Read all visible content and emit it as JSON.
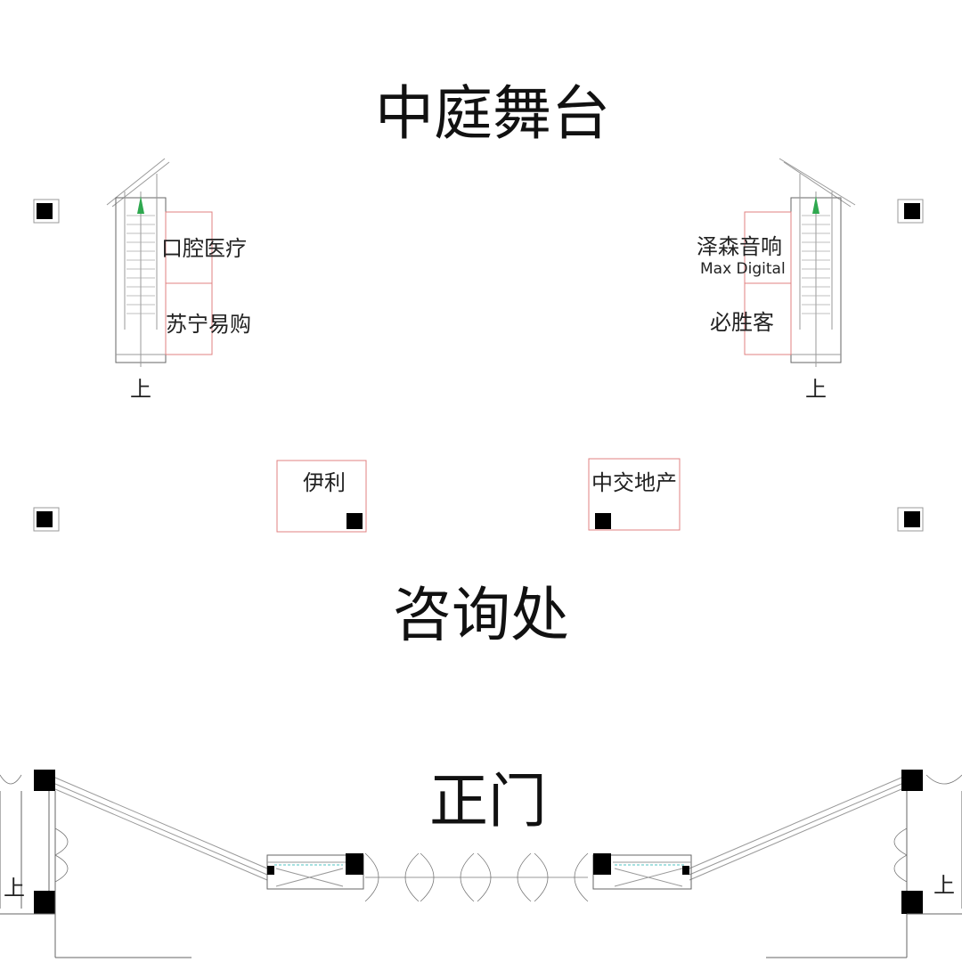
{
  "labels": {
    "atrium_stage": "中庭舞台",
    "info_desk": "咨询处",
    "main_entrance": "正门"
  },
  "shops": {
    "dental": "口腔医疗",
    "suning": "苏宁易购",
    "zesen": "泽森音响",
    "max_digital": "Max Digital",
    "pizza_hut": "必胜客",
    "yili": "伊利",
    "cccc_realty": "中交地产"
  },
  "escalator": {
    "left_up": "上",
    "right_up": "上",
    "bottom_left_up": "上",
    "bottom_right_up": "上",
    "arrow_color": "#2fa84f"
  },
  "colors": {
    "booth_outline": "#e08080",
    "column_fill": "#000000",
    "glass_line": "#4fc0c0"
  }
}
